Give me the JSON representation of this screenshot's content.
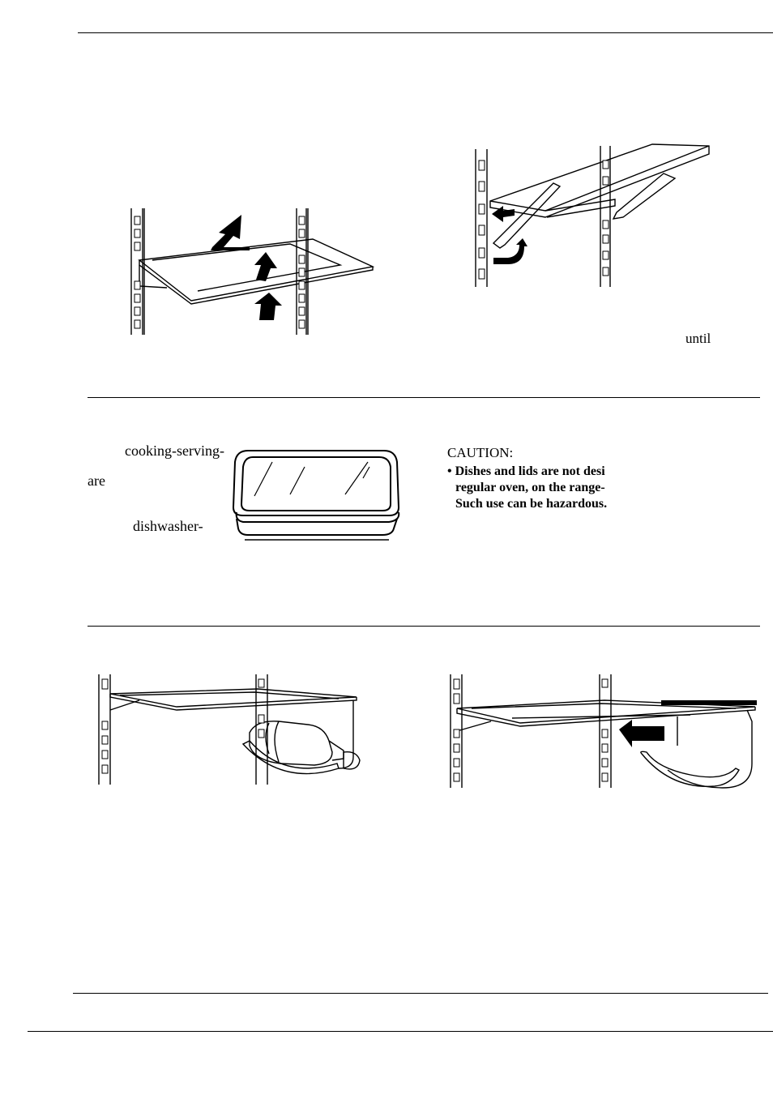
{
  "section_two": {
    "text": {
      "cooking_serving": "cooking-serving-",
      "are": "are",
      "dishwasher": "dishwasher-"
    },
    "caution": {
      "title": "CAUTION:",
      "lines": [
        "• Dishes and lids are not desi",
        "regular oven, on the range-",
        "Such use can be hazardous."
      ]
    }
  },
  "section_one": {
    "text": {
      "until": "until"
    }
  },
  "figures": {
    "shelf_remove": "shelf-lift-figure",
    "shelf_replace": "shelf-bracket-figure",
    "dish": "covered-dish-figure",
    "wine_rack": "wine-rack-figure",
    "wine_rack_install": "wine-rack-install-figure"
  }
}
